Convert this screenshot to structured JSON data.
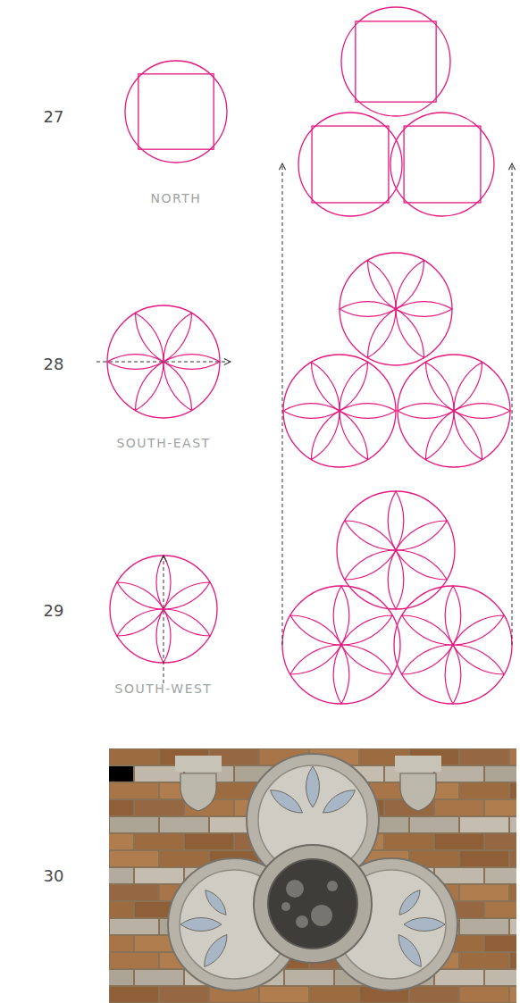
{
  "diagram": {
    "labels": [
      "27",
      "NORTH",
      "28",
      "SOUTH-EAST",
      "29",
      "SOUTH-WEST",
      "30"
    ]
  }
}
